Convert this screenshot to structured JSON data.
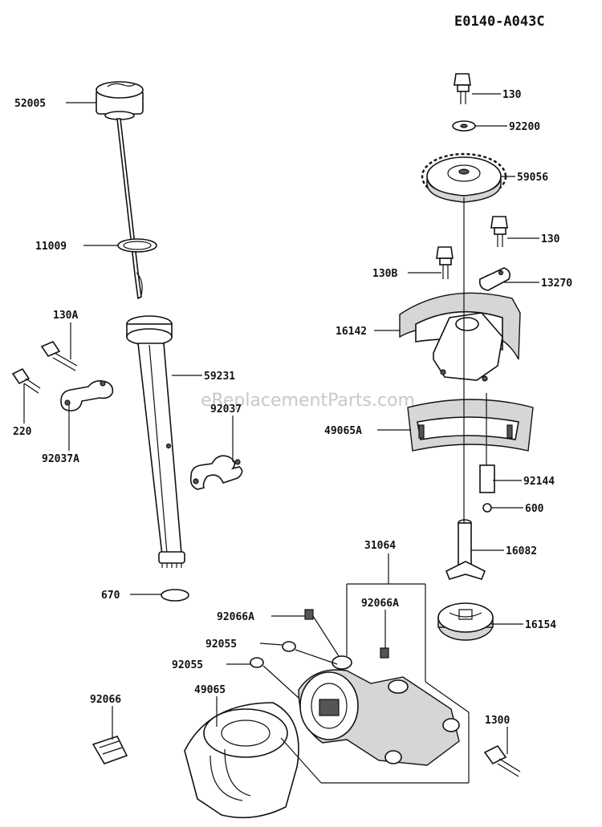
{
  "diagram_code": "E0140-A043C",
  "watermark": "eReplacementParts.com",
  "labels": {
    "p52005": "52005",
    "p11009": "11009",
    "p130A": "130A",
    "p59231": "59231",
    "p92037": "92037",
    "p220": "220",
    "p92037A": "92037A",
    "p670": "670",
    "p130_top": "130",
    "p92200": "92200",
    "p59056": "59056",
    "p130_mid": "130",
    "p130B": "130B",
    "p13270": "13270",
    "p16142": "16142",
    "p49065A": "49065A",
    "p92144": "92144",
    "p600": "600",
    "p31064": "31064",
    "p16082": "16082",
    "p92066A_left": "92066A",
    "p92066A_right": "92066A",
    "p16154": "16154",
    "p92055_a": "92055",
    "p92055_b": "92055",
    "p49065": "49065",
    "p92066": "92066",
    "p1300": "1300"
  }
}
